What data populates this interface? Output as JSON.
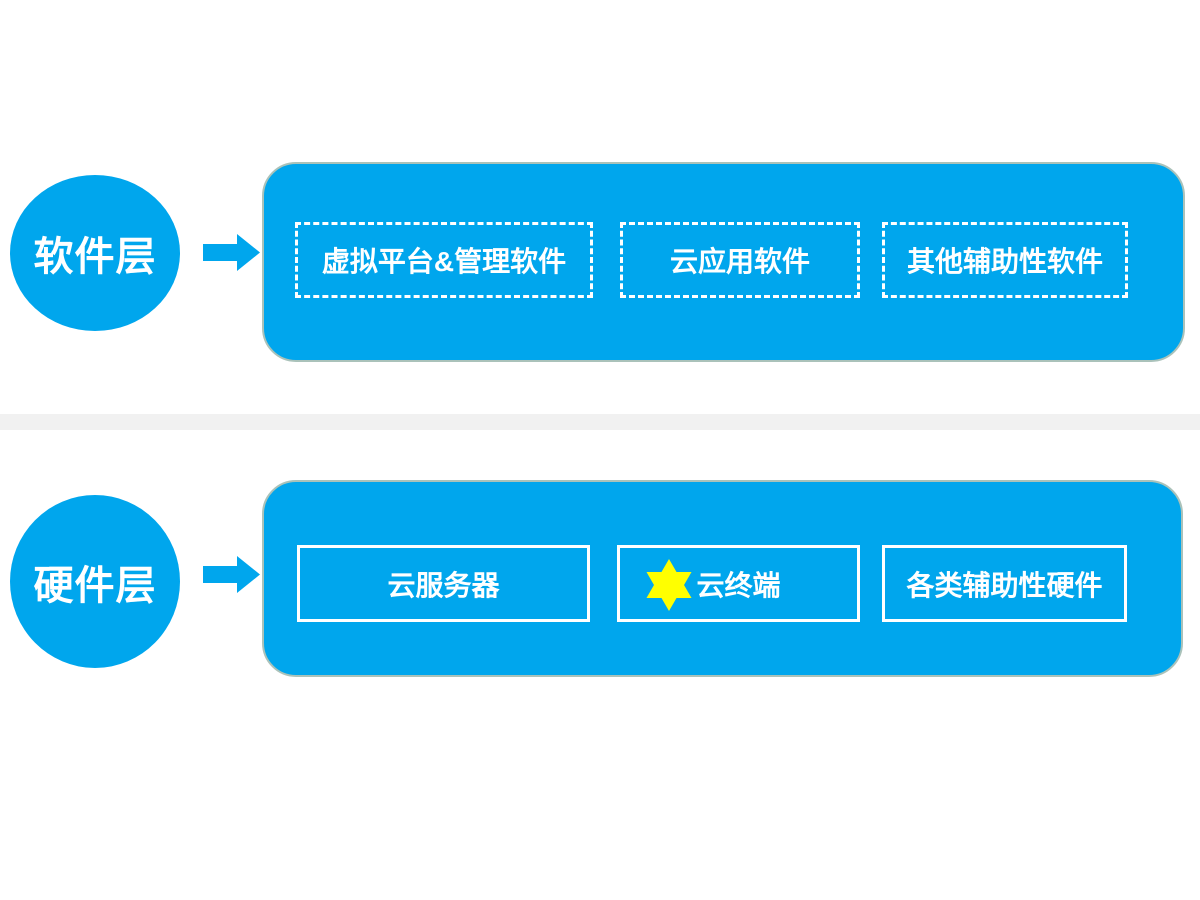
{
  "colors": {
    "primary": "#00A6ED",
    "star": "#FFFF00",
    "divider": "#F1F1F1",
    "label_text": "#FFFFFF",
    "panel_outline": "#AAC2BA"
  },
  "software_layer": {
    "circle_label": "软件层",
    "boxes": [
      {
        "label": "虚拟平台&管理软件"
      },
      {
        "label": "云应用软件"
      },
      {
        "label": "其他辅助性软件"
      }
    ]
  },
  "hardware_layer": {
    "circle_label": "硬件层",
    "boxes": [
      {
        "label": "云服务器"
      },
      {
        "label": "云终端"
      },
      {
        "label": "各类辅助性硬件"
      }
    ]
  },
  "icons": {
    "arrow": "right-block-arrow",
    "star": "six-pointed-star"
  }
}
